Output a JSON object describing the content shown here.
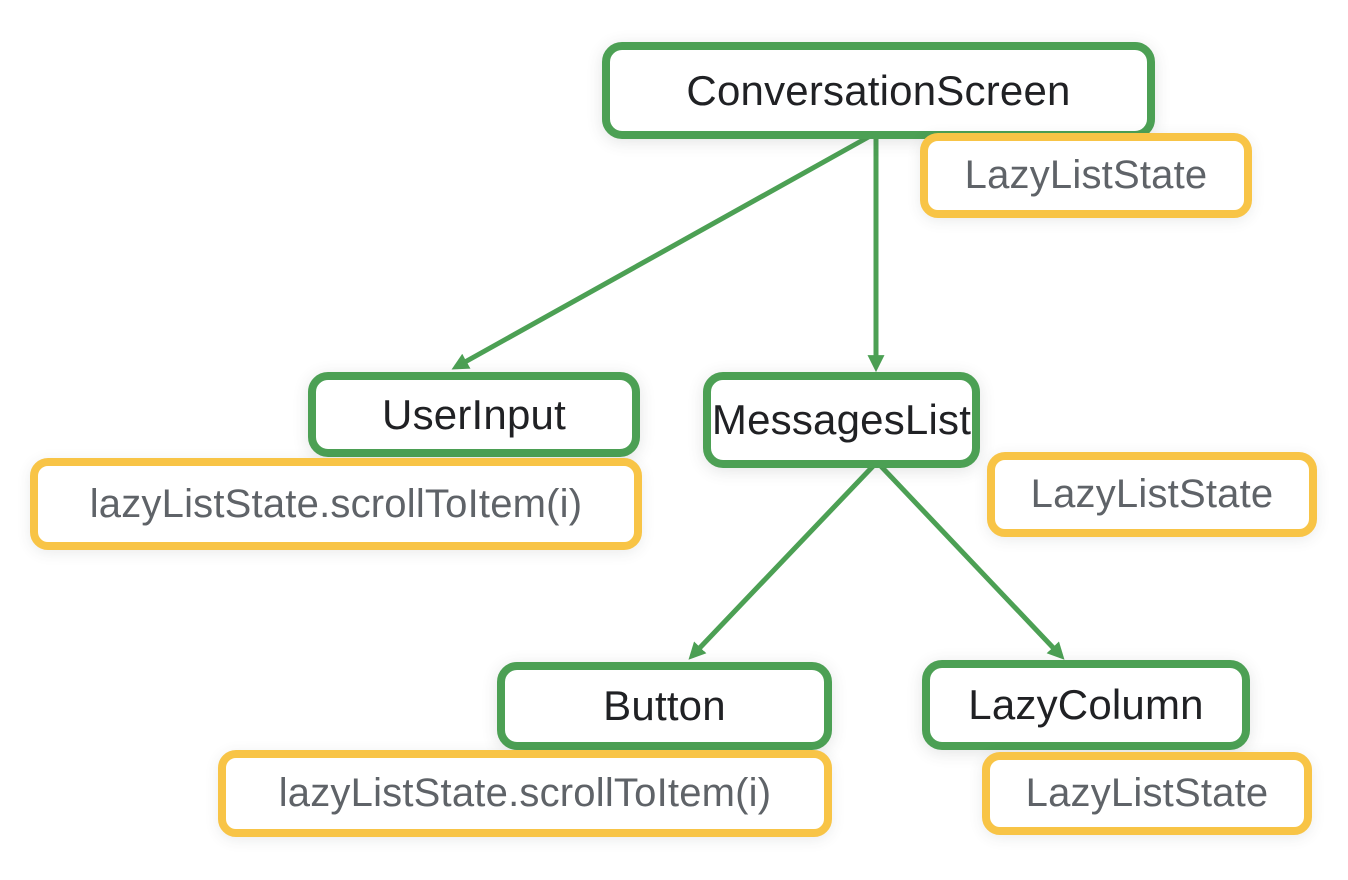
{
  "colors": {
    "node_border": "#4CA054",
    "state_border": "#F8C446",
    "node_text": "#202124",
    "state_text": "#5F6368",
    "background": "#FFFFFF"
  },
  "nodes": {
    "conversation_screen": {
      "label": "ConversationScreen",
      "state_label": "LazyListState"
    },
    "user_input": {
      "label": "UserInput",
      "state_label": "lazyListState.scrollToItem(i)"
    },
    "messages_list": {
      "label": "MessagesList",
      "state_label": "LazyListState"
    },
    "button": {
      "label": "Button",
      "state_label": "lazyListState.scrollToItem(i)"
    },
    "lazy_column": {
      "label": "LazyColumn",
      "state_label": "LazyListState"
    }
  },
  "edges": [
    {
      "from": "ConversationScreen",
      "to": "UserInput"
    },
    {
      "from": "ConversationScreen",
      "to": "MessagesList"
    },
    {
      "from": "MessagesList",
      "to": "Button"
    },
    {
      "from": "MessagesList",
      "to": "LazyColumn"
    }
  ]
}
